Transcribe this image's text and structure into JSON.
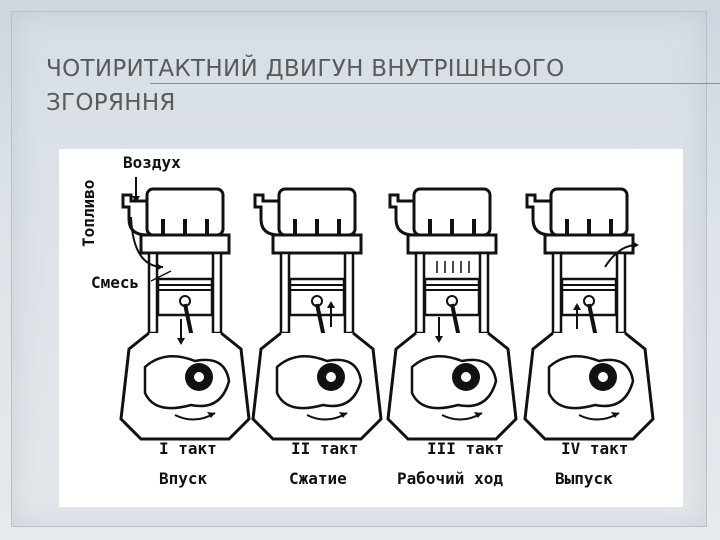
{
  "slide": {
    "title_line1": "ЧОТИРИТАКТНИЙ ДВИГУН ВНУТРІШНЬОГО",
    "title_line2": "ЗГОРЯННЯ"
  },
  "diagram": {
    "labels": {
      "air": "Воздух",
      "fuel": "Топливо",
      "mixture": "Смесь"
    },
    "strokes": [
      {
        "number": "I такт",
        "name": "Впуск"
      },
      {
        "number": "II такт",
        "name": "Сжатие"
      },
      {
        "number": "III такт",
        "name": "Рабочий ход"
      },
      {
        "number": "IV такт",
        "name": "Выпуск"
      }
    ]
  }
}
